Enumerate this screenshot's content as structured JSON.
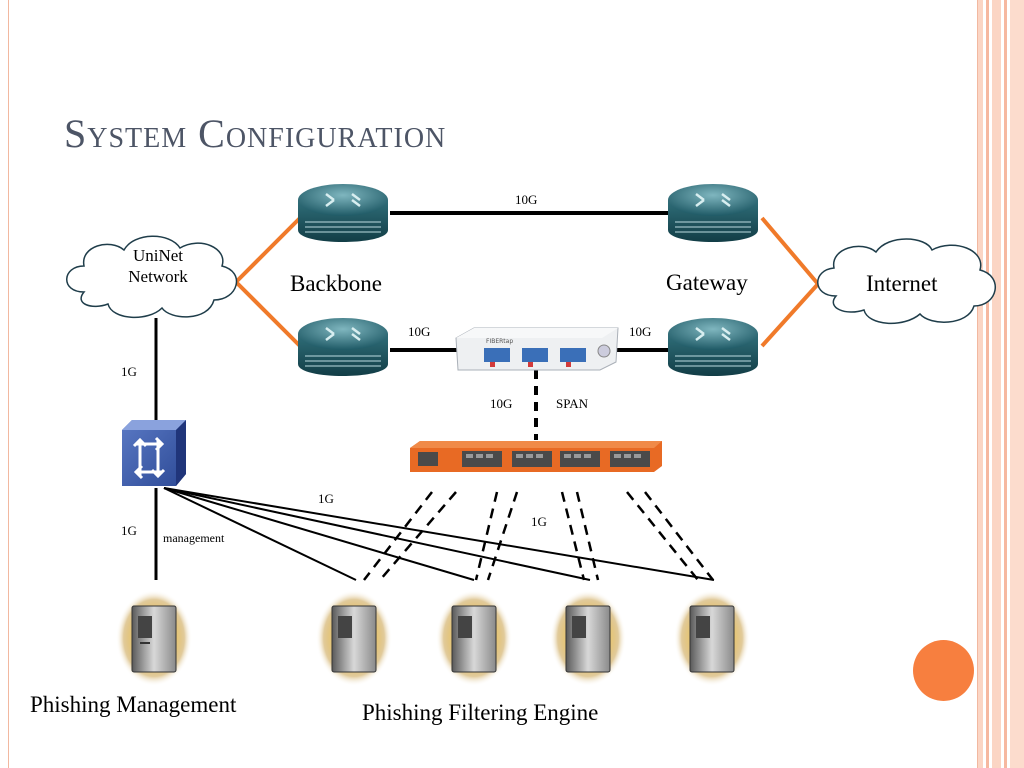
{
  "title": "System Configuration",
  "nodes": {
    "cloud_left": {
      "label": "UniNet\nNetwork",
      "line1": "UniNet",
      "line2": "Network"
    },
    "cloud_right": {
      "label": "Internet"
    },
    "backbone": "Backbone",
    "gateway": "Gateway",
    "phishing_management": "Phishing Management",
    "phishing_filtering_engine": "Phishing Filtering Engine"
  },
  "links": {
    "top_link": "10G",
    "tap_left": "10G",
    "tap_right": "10G",
    "span_speed": "10G",
    "span_label": "SPAN",
    "cloud_switch": "1G",
    "switch_mgmt": "1G",
    "switch_engines": "1G",
    "broker_engines": "1G",
    "management": "management"
  },
  "device_text": {
    "tap_brand": "FIBERtap"
  },
  "colors": {
    "accent": "#f77f3f",
    "orange_link": "#f07a2a",
    "title": "#4d5566",
    "frame": "#f2b8a0"
  }
}
